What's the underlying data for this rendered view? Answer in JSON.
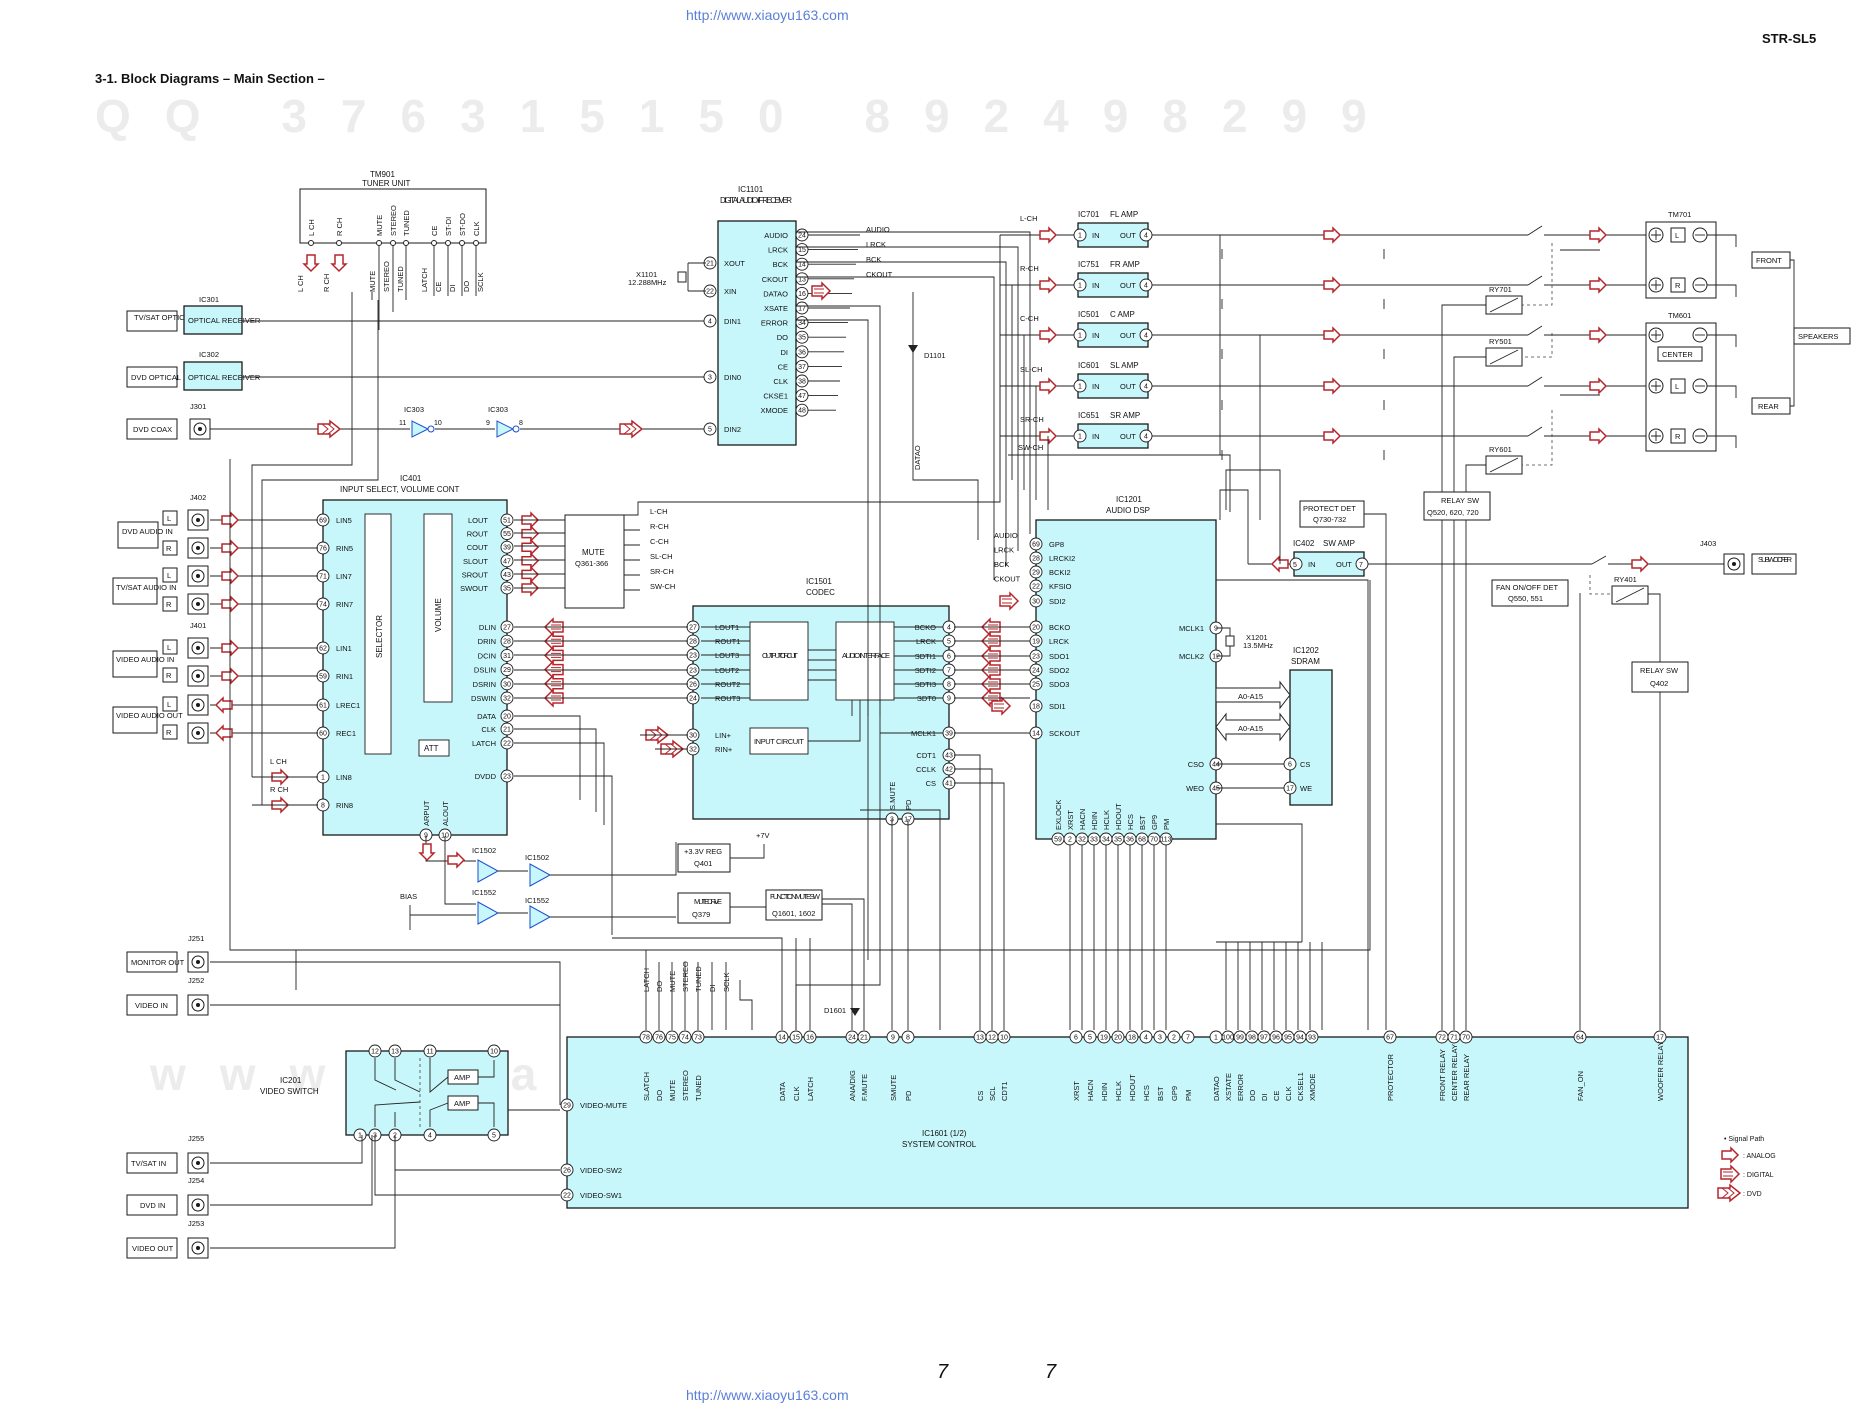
{
  "header": {
    "model": "STR-SL5",
    "title": "3-1. Block Diagrams – Main Section –",
    "url_top": "http://www.xiaoyu163.com",
    "url_bottom": "http://www.xiaoyu163.com",
    "page_left": "7",
    "page_right": "7"
  },
  "watermarks": {
    "top": "QQ 376315150  892498299",
    "bottom": "www.xiaoyu163.com"
  },
  "tuner": {
    "ref": "TM901",
    "name": "TUNER UNIT",
    "pins": [
      "L CH",
      "R CH",
      "MUTE",
      "STEREO",
      "TUNED",
      "CE",
      "ST-DI",
      "ST-DO",
      "CLK"
    ],
    "out_labels": [
      "L CH",
      "R CH",
      "MUTE",
      "STEREO",
      "TUNED",
      "LATCH",
      "CE",
      "DI",
      "DO",
      "SCLK"
    ]
  },
  "io_left": [
    {
      "label": "TV/SAT OPTICAL"
    },
    {
      "label": "DVD OPTICAL"
    },
    {
      "ref": "J301",
      "label": "DVD COAX"
    },
    {
      "ref": "J402",
      "label": "DVD AUDIO IN"
    },
    {
      "label": "TV/SAT AUDIO IN"
    },
    {
      "ref": "J401",
      "label": "VIDEO AUDIO IN"
    },
    {
      "label": "VIDEO AUDIO OUT"
    },
    {
      "ref": "J251",
      "label": "MONITOR OUT"
    },
    {
      "ref": "J252",
      "label": "VIDEO IN"
    },
    {
      "ref": "J255",
      "label": "TV/SAT IN"
    },
    {
      "ref": "J254",
      "label": "DVD IN"
    },
    {
      "ref": "J253",
      "label": "VIDEO OUT"
    }
  ],
  "optical": [
    {
      "ref": "IC301",
      "name": "OPTICAL RECEIVER"
    },
    {
      "ref": "IC302",
      "name": "OPTICAL RECEIVER"
    }
  ],
  "ic303": {
    "ref": "IC303",
    "pins": [
      "11",
      "10",
      "9",
      "8"
    ]
  },
  "ic1101": {
    "ref": "IC1101",
    "name": "DIGITAL AUDIO I/F RECEIVER",
    "xtal": "X1101",
    "freq": "12.288MHz",
    "left_pins": [
      {
        "p": "21",
        "n": "XOUT"
      },
      {
        "p": "22",
        "n": "XIN"
      },
      {
        "p": "4",
        "n": "DIN1"
      },
      {
        "p": "3",
        "n": "DIN0"
      },
      {
        "p": "5",
        "n": "DIN2"
      }
    ],
    "right_pins": [
      {
        "p": "24",
        "n": "AUDIO"
      },
      {
        "p": "15",
        "n": "LRCK"
      },
      {
        "p": "14",
        "n": "BCK"
      },
      {
        "p": "13",
        "n": "CKOUT"
      },
      {
        "p": "16",
        "n": "DATAO"
      },
      {
        "p": "17",
        "n": "XSATE"
      },
      {
        "p": "34",
        "n": "ERROR"
      },
      {
        "p": "35",
        "n": "DO"
      },
      {
        "p": "36",
        "n": "DI"
      },
      {
        "p": "37",
        "n": "CE"
      },
      {
        "p": "38",
        "n": "CLK"
      },
      {
        "p": "47",
        "n": "CKSE1"
      },
      {
        "p": "48",
        "n": "XMODE"
      }
    ],
    "bus_labels": [
      "AUDIO",
      "LRCK",
      "BCK",
      "CKOUT"
    ],
    "diode": "D1101",
    "datao": "DATAO"
  },
  "ic401": {
    "ref": "IC401",
    "name": "INPUT SELECT, VOLUME CONT",
    "selector": "SELECTOR",
    "volume": "VOLUME",
    "att": "ATT",
    "left_pins": [
      {
        "p": "69",
        "n": "LIN5"
      },
      {
        "p": "76",
        "n": "RIN5"
      },
      {
        "p": "71",
        "n": "LIN7"
      },
      {
        "p": "74",
        "n": "RIN7"
      },
      {
        "p": "62",
        "n": "LIN1"
      },
      {
        "p": "59",
        "n": "RIN1"
      },
      {
        "p": "61",
        "n": "LREC1"
      },
      {
        "p": "60",
        "n": "REC1"
      },
      {
        "p": "1",
        "n": "LIN8"
      },
      {
        "p": "8",
        "n": "RIN8"
      }
    ],
    "right_out": [
      {
        "p": "51",
        "n": "LOUT"
      },
      {
        "p": "55",
        "n": "ROUT"
      },
      {
        "p": "39",
        "n": "COUT"
      },
      {
        "p": "47",
        "n": "SLOUT"
      },
      {
        "p": "43",
        "n": "SROUT"
      },
      {
        "p": "35",
        "n": "SWOUT"
      }
    ],
    "right_in": [
      {
        "p": "27",
        "n": "DLIN"
      },
      {
        "p": "28",
        "n": "DRIN"
      },
      {
        "p": "31",
        "n": "DCIN"
      },
      {
        "p": "29",
        "n": "DSLIN"
      },
      {
        "p": "30",
        "n": "DSRIN"
      },
      {
        "p": "32",
        "n": "DSWIN"
      }
    ],
    "right_ctl": [
      {
        "p": "20",
        "n": "DATA"
      },
      {
        "p": "21",
        "n": "CLK"
      },
      {
        "p": "22",
        "n": "LATCH"
      },
      {
        "p": "23",
        "n": "DVDD"
      }
    ],
    "bottom": [
      {
        "p": "9",
        "n": "ARPUT"
      },
      {
        "p": "10",
        "n": "ALOUT"
      }
    ],
    "lch": "L CH",
    "rch": "R CH"
  },
  "mute": {
    "name": "MUTE",
    "ref": "Q361-366",
    "outs": [
      "L-CH",
      "R-CH",
      "C-CH",
      "SL-CH",
      "SR-CH",
      "SW-CH"
    ]
  },
  "ic1501": {
    "ref": "IC1501",
    "name": "CODEC",
    "output_circuit": "OUTPUT CIRCUIT",
    "audio_interface": "AUDIO INTERFACE",
    "input_circuit": "INPUT CIRCUIT",
    "left_pins": [
      {
        "p": "27",
        "n": "LOUT1"
      },
      {
        "p": "28",
        "n": "ROUT1"
      },
      {
        "p": "23",
        "n": "LOUT3"
      },
      {
        "p": "23",
        "n": "LOUT2"
      },
      {
        "p": "26",
        "n": "ROUT2"
      },
      {
        "p": "24",
        "n": "ROUT3"
      },
      {
        "p": "30",
        "n": "LIN+"
      },
      {
        "p": "32",
        "n": "RIN+"
      }
    ],
    "right_pins": [
      {
        "p": "4",
        "n": "BCKO"
      },
      {
        "p": "5",
        "n": "LRCK"
      },
      {
        "p": "6",
        "n": "SDTI1"
      },
      {
        "p": "7",
        "n": "SDTI2"
      },
      {
        "p": "8",
        "n": "SDTI3"
      },
      {
        "p": "9",
        "n": "SDT0"
      },
      {
        "p": "39",
        "n": "MCLK1"
      },
      {
        "p": "43",
        "n": "CDT1"
      },
      {
        "p": "42",
        "n": "CCLK"
      },
      {
        "p": "41",
        "n": "CS"
      }
    ],
    "bottom": [
      {
        "p": "3",
        "n": "S.MUTE"
      },
      {
        "p": "17",
        "n": "PD"
      }
    ]
  },
  "ic1502": {
    "ref": "IC1502",
    "ref2": "IC1552",
    "bias": "BIAS"
  },
  "reg": {
    "name": "+3.3V REG",
    "ref": "Q401",
    "v": "+7V"
  },
  "mute_drive": {
    "name": "MUTE DRIVE",
    "ref": "Q379"
  },
  "func_mute": {
    "name": "FUNCTION MUTE SW",
    "ref": "Q1601, 1602"
  },
  "ic1201": {
    "ref": "IC1201",
    "name": "AUDIO DSP",
    "left_pins": [
      {
        "p": "69",
        "n": "GP8"
      },
      {
        "p": "28",
        "n": "LRCKI2"
      },
      {
        "p": "29",
        "n": "BCKI2"
      },
      {
        "p": "22",
        "n": "KFSIO"
      },
      {
        "p": "30",
        "n": "SDI2"
      },
      {
        "p": "20",
        "n": "BCKO"
      },
      {
        "p": "19",
        "n": "LRCK"
      },
      {
        "p": "23",
        "n": "SDO1"
      },
      {
        "p": "24",
        "n": "SDO2"
      },
      {
        "p": "25",
        "n": "SDO3"
      },
      {
        "p": "18",
        "n": "SDI1"
      },
      {
        "p": "14",
        "n": "SCKOUT"
      }
    ],
    "in_labels": [
      "AUDIO",
      "LRCK",
      "BCK",
      "CKOUT"
    ],
    "right_pins": [
      {
        "p": "9",
        "n": "MCLK1"
      },
      {
        "p": "12",
        "n": "MCLK2"
      },
      {
        "p": "44",
        "n": "CSO"
      },
      {
        "p": "45",
        "n": "WEO"
      }
    ],
    "bottom": [
      {
        "p": "59",
        "n": "EXLOCK"
      },
      {
        "p": "2",
        "n": "XRST"
      },
      {
        "p": "32",
        "n": "HACN"
      },
      {
        "p": "33",
        "n": "HDIN"
      },
      {
        "p": "34",
        "n": "HCLK"
      },
      {
        "p": "35",
        "n": "HDOUT"
      },
      {
        "p": "36",
        "n": "HCS"
      },
      {
        "p": "68",
        "n": "BST"
      },
      {
        "p": "70",
        "n": "GP9"
      },
      {
        "p": "113",
        "n": "PM"
      }
    ],
    "xtal": "X1201",
    "freq": "13.5MHz"
  },
  "ic1202": {
    "ref": "IC1202",
    "name": "SDRAM",
    "bus": "A0-A15",
    "pins": [
      {
        "p": "6",
        "n": "CS"
      },
      {
        "p": "17",
        "n": "WE"
      }
    ]
  },
  "amps": [
    {
      "ch": "L-CH",
      "ref": "IC701",
      "name": "FL AMP"
    },
    {
      "ch": "R-CH",
      "ref": "IC751",
      "name": "FR AMP"
    },
    {
      "ch": "C-CH",
      "ref": "IC501",
      "name": "C AMP"
    },
    {
      "ch": "SL-CH",
      "ref": "IC601",
      "name": "SL AMP"
    },
    {
      "ch": "SR-CH",
      "ref": "IC651",
      "name": "SR AMP"
    }
  ],
  "amp_pins": {
    "in": "IN",
    "out": "OUT",
    "pin_in": "1",
    "pin_out": "4"
  },
  "swch": "SW-CH",
  "ic402": {
    "ref": "IC402",
    "name": "SW AMP",
    "pin_in": "5",
    "pin_out": "7",
    "in": "IN",
    "out": "OUT"
  },
  "protect": {
    "name": "PROTECT DET",
    "ref": "Q730-732"
  },
  "relay_main": {
    "name": "RELAY SW",
    "ref": "Q520, 620, 720"
  },
  "fan": {
    "name": "FAN ON/OFF DET",
    "ref": "Q550, 551"
  },
  "relay_sub": {
    "name": "RELAY SW",
    "ref": "Q402"
  },
  "relays": [
    "RY701",
    "RY501",
    "RY601",
    "RY401"
  ],
  "terminals": [
    {
      "ref": "TM701",
      "labels": [
        "L",
        "R"
      ],
      "group": "FRONT"
    },
    {
      "ref": "TM601",
      "labels": [
        "CENTER",
        "L",
        "R"
      ],
      "group": "REAR"
    }
  ],
  "speakers": "SPEAKERS",
  "sub": {
    "ref": "J403",
    "label": "SUB WOOFER"
  },
  "ic201": {
    "ref": "IC201",
    "name": "VIDEO SWITCH",
    "amp": "AMP",
    "pins": [
      "12",
      "13",
      "11",
      "10",
      "1",
      "3",
      "2",
      "4",
      "5"
    ]
  },
  "ic1601": {
    "ref": "IC1601 (1/2)",
    "name": "SYSTEM CONTROL",
    "left_pins": [
      {
        "p": "29",
        "n": "VIDEO-MUTE"
      },
      {
        "p": "26",
        "n": "VIDEO-SW2"
      },
      {
        "p": "22",
        "n": "VIDEO-SW1"
      }
    ],
    "top_pins": [
      {
        "p": "78",
        "n": "SLATCH"
      },
      {
        "p": "76",
        "n": "DO"
      },
      {
        "p": "75",
        "n": "MUTE"
      },
      {
        "p": "74",
        "n": "STEREO"
      },
      {
        "p": "73",
        "n": "TUNED"
      },
      {
        "p": "14",
        "n": "DATA"
      },
      {
        "p": "15",
        "n": "CLK"
      },
      {
        "p": "16",
        "n": "LATCH"
      },
      {
        "p": "24",
        "n": "ANA/DIG"
      },
      {
        "p": "21",
        "n": "F.MUTE"
      },
      {
        "p": "9",
        "n": "SMUTE"
      },
      {
        "p": "8",
        "n": "PD"
      },
      {
        "p": "13",
        "n": "CS"
      },
      {
        "p": "12",
        "n": "SCL"
      },
      {
        "p": "10",
        "n": "CDT1"
      },
      {
        "p": "6",
        "n": "XRST"
      },
      {
        "p": "5",
        "n": "HACN"
      },
      {
        "p": "19",
        "n": "HDIN"
      },
      {
        "p": "20",
        "n": "HCLK"
      },
      {
        "p": "18",
        "n": "HDOUT"
      },
      {
        "p": "4",
        "n": "HCS"
      },
      {
        "p": "3",
        "n": "BST"
      },
      {
        "p": "2",
        "n": "GP9"
      },
      {
        "p": "7",
        "n": "PM"
      },
      {
        "p": "1",
        "n": "DATAO"
      },
      {
        "p": "100",
        "n": "XSTATE"
      },
      {
        "p": "99",
        "n": "ERROR"
      },
      {
        "p": "98",
        "n": "DO"
      },
      {
        "p": "97",
        "n": "DI"
      },
      {
        "p": "96",
        "n": "CE"
      },
      {
        "p": "95",
        "n": "CLK"
      },
      {
        "p": "94",
        "n": "CKSEL1"
      },
      {
        "p": "93",
        "n": "XMODE"
      },
      {
        "p": "67",
        "n": "PROTECTOR"
      },
      {
        "p": "72",
        "n": "FRONT RELAY"
      },
      {
        "p": "71",
        "n": "CENTER RELAY"
      },
      {
        "p": "70",
        "n": "REAR RELAY"
      },
      {
        "p": "64",
        "n": "FAN_ON"
      },
      {
        "p": "17",
        "n": "WOOFER RELAY"
      }
    ],
    "bus_labels": [
      "LATCH",
      "DO",
      "MUTE",
      "STEREO",
      "TUNED",
      "DI",
      "SCLK"
    ],
    "diode": "D1601"
  },
  "legend": {
    "title": "• Signal Path",
    "items": [
      {
        "label": ": ANALOG"
      },
      {
        "label": ": DIGITAL"
      },
      {
        "label": ": DVD"
      }
    ]
  },
  "colors": {
    "block": "#c8f7fb",
    "arrow": "#b5262b",
    "ink": "#1a1a1a",
    "url": "#5a7fd9"
  }
}
